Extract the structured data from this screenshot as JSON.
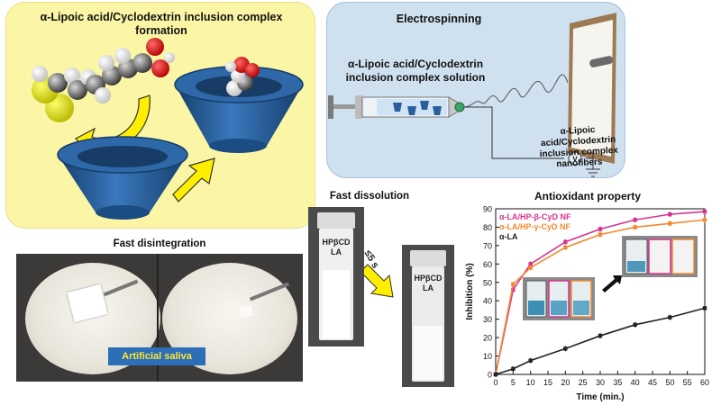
{
  "inclusion": {
    "title_line1": "α-Lipoic acid/Cyclodextrin inclusion complex",
    "title_line2": "formation"
  },
  "electrospinning": {
    "title": "Electrospinning",
    "solution_line1": "α-Lipoic acid/Cyclodextrin",
    "solution_line2": "inclusion complex solution",
    "nanofiber_line1": "α-Lipoic acid/Cyclodextrin",
    "nanofiber_line2": "inclusion complex nanofibers",
    "voltage_symbol": "V"
  },
  "disintegration": {
    "title": "Fast disintegration",
    "saliva_label": "Artificial saliva"
  },
  "dissolution": {
    "title": "Fast dissolution",
    "vial_label_line1": "HPβCD",
    "vial_label_line2": "LA",
    "time_label": "≤5 s"
  },
  "chart_data": {
    "type": "line",
    "title": "Antioxidant property",
    "xlabel": "Time (min.)",
    "ylabel": "Inhibition (%)",
    "xlim": [
      0,
      60
    ],
    "ylim": [
      0,
      90
    ],
    "xticks": [
      0,
      5,
      10,
      15,
      20,
      25,
      30,
      35,
      40,
      45,
      50,
      55,
      60
    ],
    "yticks": [
      0,
      10,
      20,
      30,
      40,
      50,
      60,
      70,
      80,
      90
    ],
    "legend_position": "top-left",
    "series": [
      {
        "name": "α-LA/HP-β-CyD  NF",
        "color": "#d6338f",
        "x": [
          0,
          5,
          10,
          20,
          30,
          40,
          50,
          60
        ],
        "y": [
          0,
          46,
          60,
          72,
          79,
          84,
          87,
          88.5
        ]
      },
      {
        "name": "α-LA/HP-γ-CyD  NF",
        "color": "#f08a30",
        "x": [
          0,
          5,
          10,
          20,
          30,
          40,
          50,
          60
        ],
        "y": [
          0,
          49,
          58,
          69,
          76,
          80,
          82,
          84
        ]
      },
      {
        "name": "α-LA",
        "color": "#222222",
        "x": [
          0,
          5,
          10,
          20,
          30,
          40,
          50,
          60
        ],
        "y": [
          0,
          3,
          7.5,
          14,
          21,
          27,
          31,
          36
        ]
      }
    ]
  },
  "colors": {
    "cyclodextrin": "#2a5f9e",
    "panel_yellow": "#fbf6a6",
    "panel_blue": "#cfe0ef",
    "arrow_yellow": "#ffee00",
    "nf_beta": "#d6338f",
    "nf_gamma": "#f08a30"
  }
}
